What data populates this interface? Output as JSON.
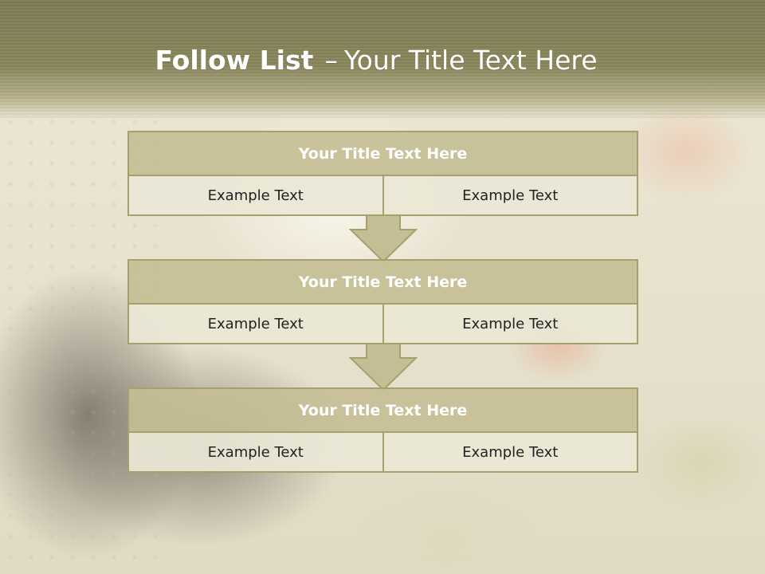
{
  "slide": {
    "title_bold": "Follow List",
    "title_dash": "–",
    "title_rest": "Your Title Text Here"
  },
  "steps": [
    {
      "title": "Your Title Text Here",
      "cells": [
        "Example Text",
        "Example Text"
      ]
    },
    {
      "title": "Your Title Text Here",
      "cells": [
        "Example Text",
        "Example Text"
      ]
    },
    {
      "title": "Your Title Text Here",
      "cells": [
        "Example Text",
        "Example Text"
      ]
    }
  ],
  "colors": {
    "band": "#7d7b54",
    "box_header": "#c4be94",
    "box_border": "#a8a06c",
    "cell_fill": "#eae7d6",
    "arrow_fill": "#c4be94"
  },
  "icons": [
    "down-arrow-icon",
    "down-arrow-icon"
  ]
}
